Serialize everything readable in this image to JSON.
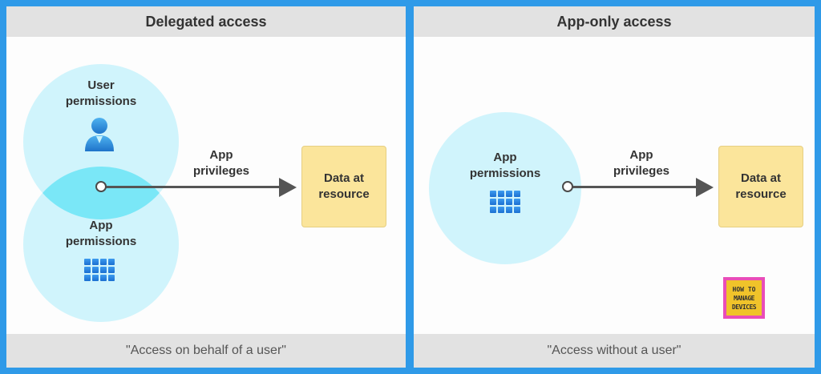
{
  "left": {
    "title": "Delegated access",
    "user_circle_line1": "User",
    "user_circle_line2": "permissions",
    "app_circle_line1": "App",
    "app_circle_line2": "permissions",
    "arrow_label_line1": "App",
    "arrow_label_line2": "privileges",
    "box_line1": "Data at",
    "box_line2": "resource",
    "footer": "\"Access on behalf of a user\""
  },
  "right": {
    "title": "App-only access",
    "app_circle_line1": "App",
    "app_circle_line2": "permissions",
    "arrow_label_line1": "App",
    "arrow_label_line2": "privileges",
    "box_line1": "Data at",
    "box_line2": "resource",
    "footer": "\"Access without a user\""
  },
  "logo": {
    "line1": "HOW TO",
    "line2": "MANAGE",
    "line3": "DEVICES"
  },
  "colors": {
    "frame": "#2f9ae8",
    "circle": "#c8f2fc",
    "overlap": "#5fe3f5",
    "box": "#fbe59b",
    "header": "#e2e2e2",
    "arrow": "#555555",
    "icon_blue": "#1b6fd1",
    "logo_pink": "#e94db9",
    "logo_yellow": "#f0c32a"
  },
  "icons": [
    "user-icon",
    "app-grid-icon"
  ]
}
